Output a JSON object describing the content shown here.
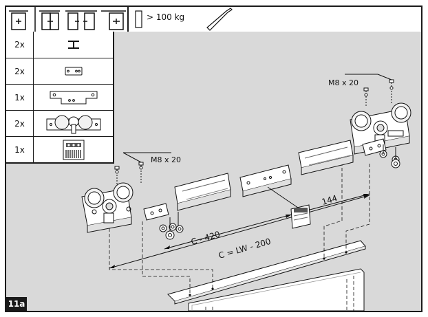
{
  "header": {
    "weight_label": "> 100  kg"
  },
  "parts_list": [
    {
      "qty": "2x",
      "part": "i-beam-stop"
    },
    {
      "qty": "2x",
      "part": "small-plate"
    },
    {
      "qty": "1x",
      "part": "connector-plate"
    },
    {
      "qty": "2x",
      "part": "roller-carriage"
    },
    {
      "qty": "1x",
      "part": "damper-brake"
    }
  ],
  "diagram": {
    "screw_label_right": "M8 x 20",
    "screw_label_left": "M8 x 20",
    "dim_center": "144",
    "dim_c420": "C - 420",
    "dim_c": "C = LW - 200"
  },
  "step": "11a"
}
